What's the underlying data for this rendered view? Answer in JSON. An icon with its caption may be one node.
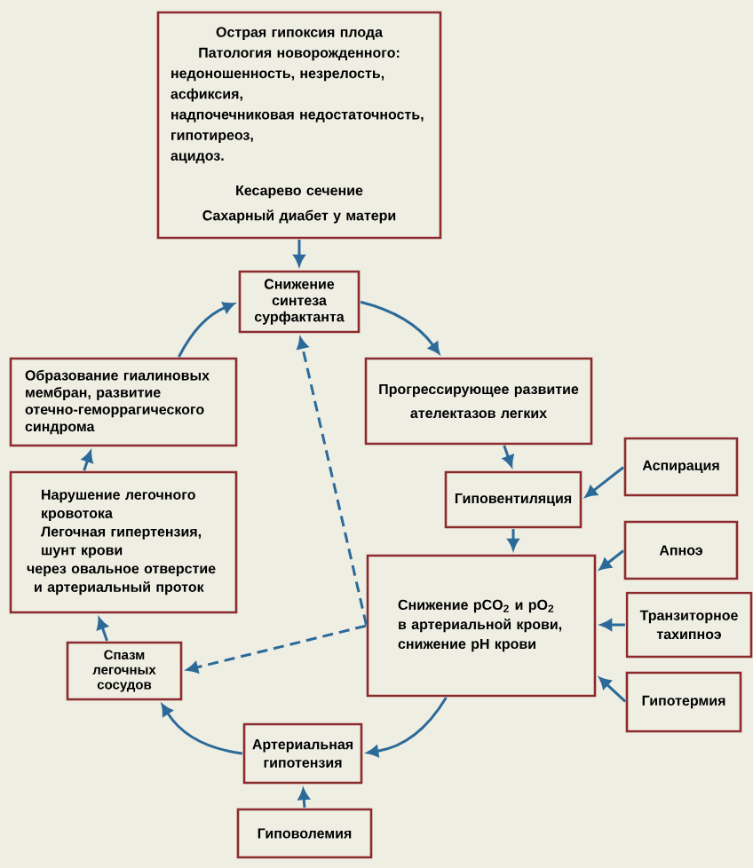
{
  "diagram": {
    "nodes": [
      {
        "text": [
          "Острая гипоксия плода",
          "Патология новорожденного:",
          "недоношенность, незрелость,",
          "асфиксия,",
          "надпочечниковая недостаточность,",
          "гипотиреоз,",
          "ацидоз.",
          "Кесарево сечение",
          "Сахарный диабет у матери"
        ]
      },
      {
        "text": [
          "Снижение синтеза сурфактанта"
        ]
      },
      {
        "text": [
          "Образование гиалиновых мембран, развитие отечно-геморрагического синдрома"
        ]
      },
      {
        "text": [
          "Прогрессирующее развитие ателектазов легких"
        ]
      },
      {
        "text": [
          "Нарушение легочного кровотока",
          "Легочная гипертензия, шунт крови через овальное отверстие и артериальный проток"
        ]
      },
      {
        "text": [
          "Аспирация"
        ]
      },
      {
        "text": [
          "Гиповентиляция"
        ]
      },
      {
        "text": [
          "Апноэ"
        ]
      },
      {
        "text": [
          "Снижение pCO$_{2}$ и pO$_{2}$ в артериальной крови, снижение pH крови"
        ]
      },
      {
        "text": [
          "Транзиторное тахипноэ"
        ]
      },
      {
        "text": [
          "Спазм легочных сосудов"
        ]
      },
      {
        "text": [
          "Гипотермия"
        ]
      },
      {
        "text": [
          "Артериальная гипотензия"
        ]
      },
      {
        "text": [
          "Гиповолемия"
        ]
      }
    ],
    "edges": [
      {
        "from": 0,
        "to": 1,
        "arrow": "to"
      },
      {
        "from": 1,
        "to": 3,
        "arrow": "to"
      },
      {
        "from": 3,
        "to": 6,
        "arrow": "to"
      },
      {
        "from": 5,
        "to": 6,
        "arrow": "to"
      },
      {
        "from": 6,
        "to": 8,
        "arrow": "to"
      },
      {
        "from": 7,
        "to": 8,
        "arrow": "to"
      },
      {
        "from": 9,
        "to": 8,
        "arrow": "to"
      },
      {
        "from": 11,
        "to": 8,
        "arrow": "to"
      },
      {
        "from": 8,
        "to": 12,
        "arrow": "to"
      },
      {
        "from": 13,
        "to": 12,
        "arrow": "to"
      },
      {
        "from": 12,
        "to": 10,
        "arrow": "to"
      },
      {
        "from": 10,
        "to": 4,
        "arrow": "to"
      },
      {
        "from": 4,
        "to": 2,
        "arrow": "to"
      },
      {
        "from": 2,
        "to": 1,
        "arrow": "to"
      },
      {
        "from": 8,
        "to": 1,
        "arrow": "to",
        "style": "dashed"
      },
      {
        "from": 8,
        "to": 10,
        "arrow": "to",
        "style": "dashed"
      }
    ]
  }
}
